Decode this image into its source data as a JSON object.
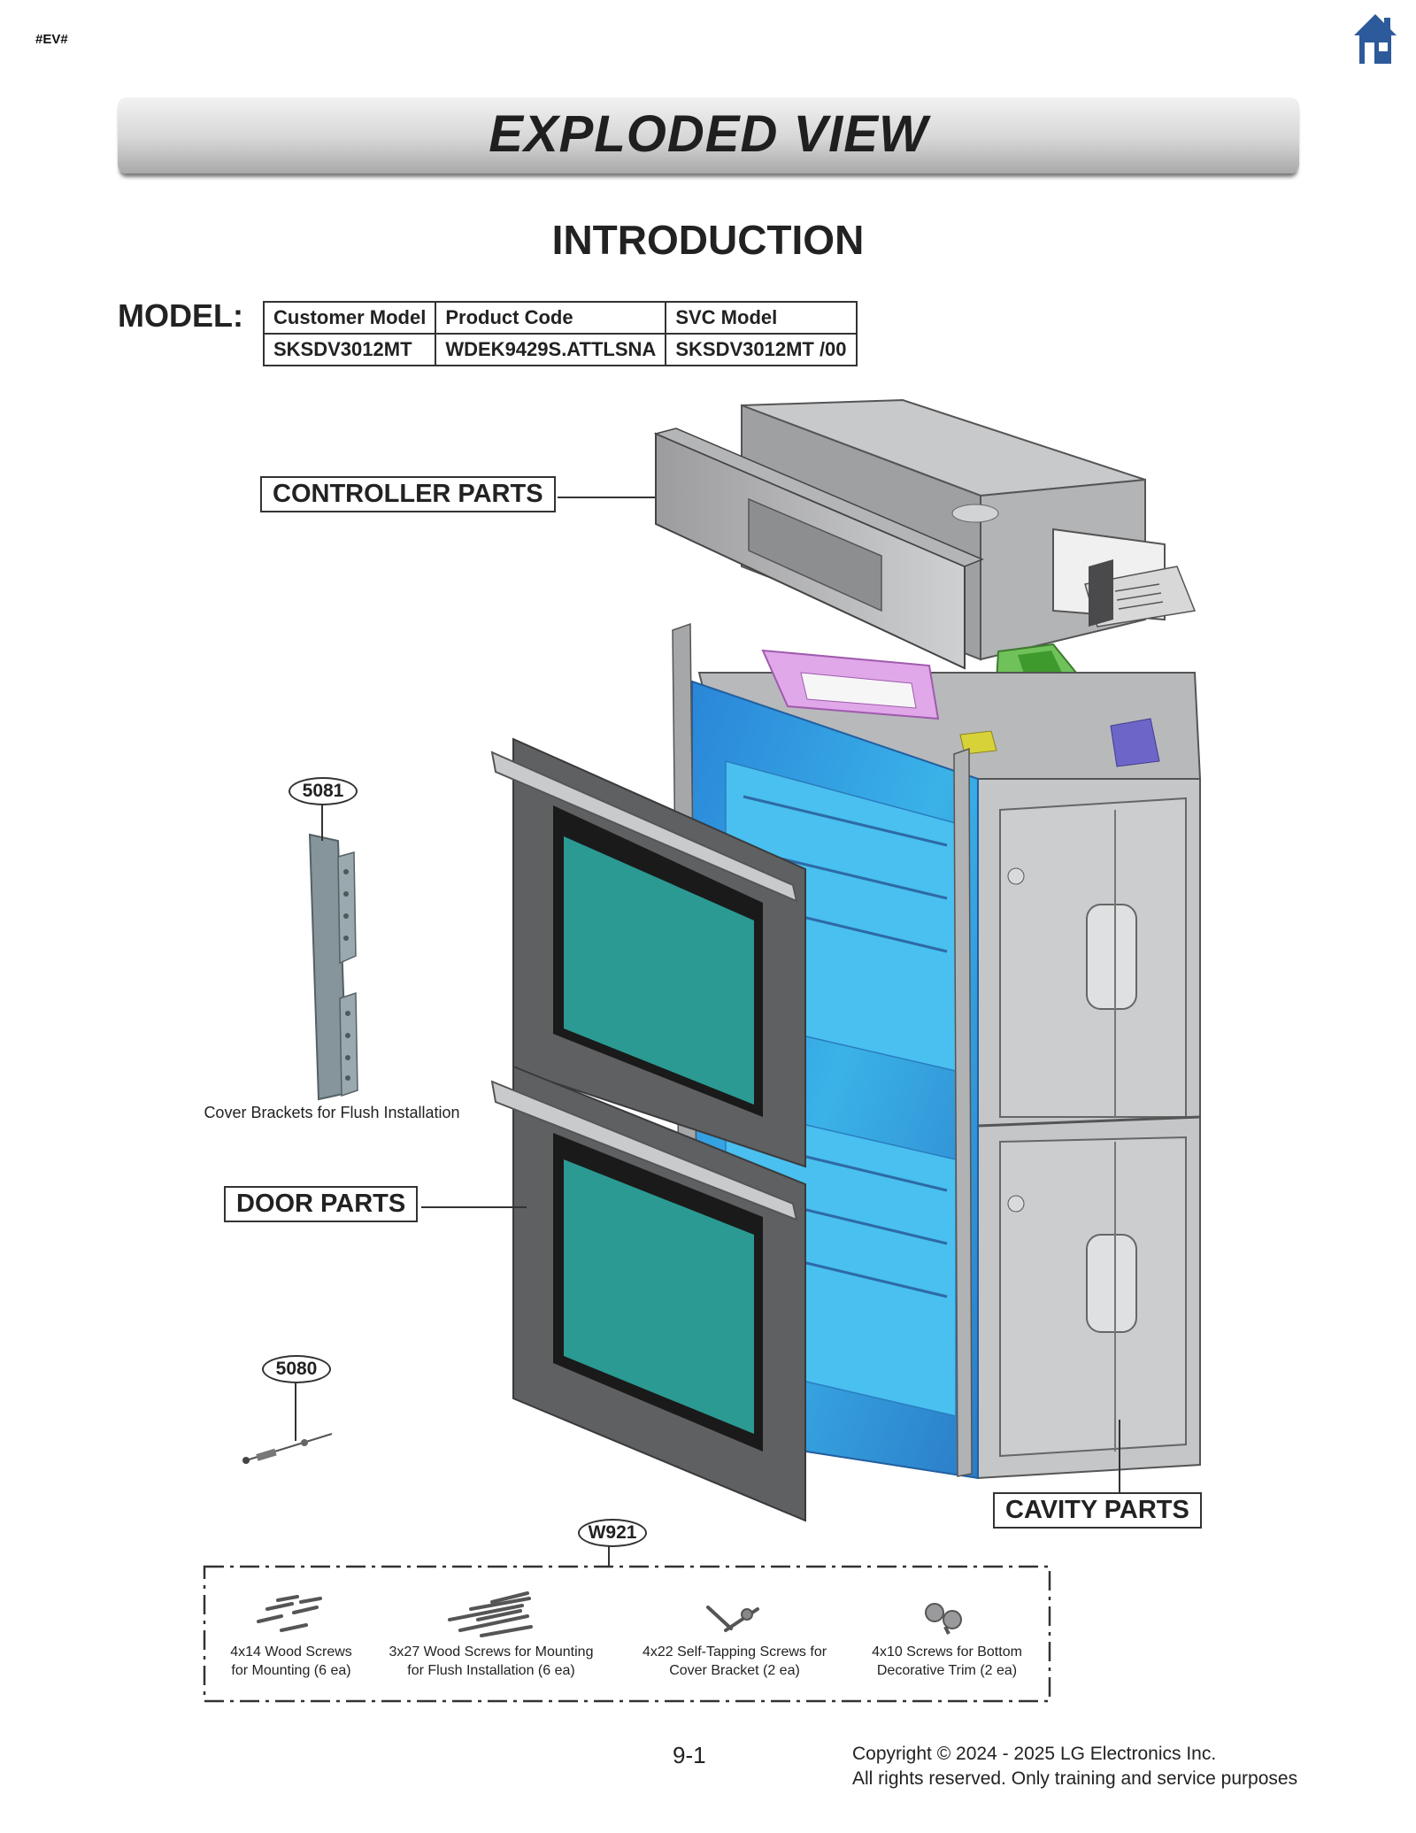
{
  "page_tag": "#EV#",
  "icons": {
    "home": "home-icon"
  },
  "banner_title": "EXPLODED VIEW",
  "section_title": "INTRODUCTION",
  "model": {
    "label": "MODEL:",
    "headers": [
      "Customer Model",
      "Product Code",
      "SVC Model"
    ],
    "values": [
      "SKSDV3012MT",
      "WDEK9429S.ATTLSNA",
      "SKSDV3012MT  /00"
    ]
  },
  "callouts": {
    "controller": "CONTROLLER PARTS",
    "door": "DOOR PARTS",
    "cavity": "CAVITY PARTS"
  },
  "parts": {
    "p5081": {
      "number": "5081",
      "caption": "Cover Brackets for Flush Installation"
    },
    "p5080": {
      "number": "5080"
    },
    "w921": {
      "number": "W921"
    }
  },
  "screws": [
    {
      "line1": "4x14 Wood Screws",
      "line2": "for Mounting (6 ea)"
    },
    {
      "line1": "3x27 Wood Screws for Mounting",
      "line2": "for Flush Installation (6 ea)"
    },
    {
      "line1": "4x22 Self-Tapping Screws for",
      "line2": "Cover Bracket (2 ea)"
    },
    {
      "line1": "4x10 Screws for Bottom",
      "line2": "Decorative Trim (2 ea)"
    }
  ],
  "page_number": "9-1",
  "copyright": {
    "line1": "Copyright © 2024 - 2025 LG Electronics Inc.",
    "line2": "All rights reserved. Only training and service purposes"
  },
  "colors": {
    "glass": "#2b9a93",
    "cavity_blue": "#3ab2e8",
    "door_frame": "#5e5e60",
    "body_gray": "#c4c6c8",
    "home_icon": "#2d5a9a"
  }
}
